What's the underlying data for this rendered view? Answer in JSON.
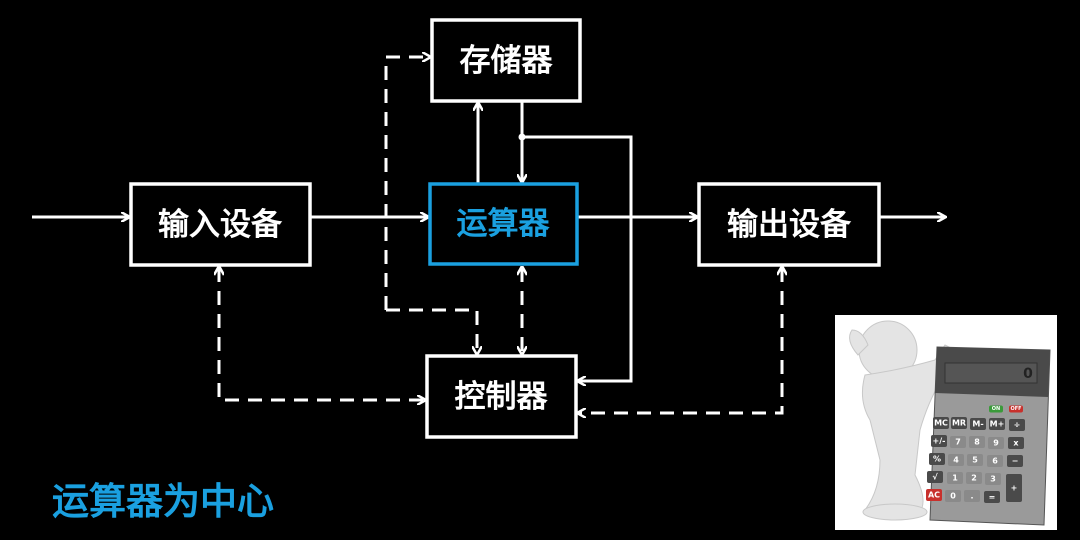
{
  "nodes": {
    "memory": "存储器",
    "input": "输入设备",
    "alu": "运算器",
    "output": "输出设备",
    "control": "控制器"
  },
  "title": "运算器为中心",
  "colors": {
    "accent": "#1aa0e0",
    "line": "#ffffff",
    "background": "#000000"
  },
  "calculator": {
    "display": "0",
    "keys": {
      "on": "ON",
      "off": "OFF",
      "mc": "MC",
      "mr": "MR",
      "mminus": "M-",
      "mplus": "M+",
      "div": "÷",
      "pm": "+/-",
      "k7": "7",
      "k8": "8",
      "k9": "9",
      "mul": "x",
      "pct": "%",
      "k4": "4",
      "k5": "5",
      "k6": "6",
      "sub": "−",
      "sqrt": "√",
      "k1": "1",
      "k2": "2",
      "k3": "3",
      "add": "+",
      "ac": "AC",
      "k0": "0",
      "dot": ".",
      "eq": "="
    }
  }
}
